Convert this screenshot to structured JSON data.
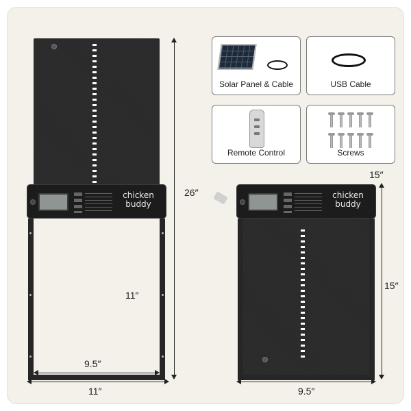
{
  "brand": {
    "line1": "chicken",
    "line2": "buddy"
  },
  "dimensions": {
    "left_height": "26″",
    "left_inner_height": "11″",
    "left_inner_width": "9.5″",
    "left_outer_width": "11″",
    "right_top_width": "15″",
    "right_height": "15″",
    "right_width": "9.5″"
  },
  "accessories": [
    {
      "label": "Solar Panel & Cable",
      "icon": "solar-panel-icon"
    },
    {
      "label": "USB Cable",
      "icon": "usb-cable-icon"
    },
    {
      "label": "Remote Control",
      "icon": "remote-control-icon"
    },
    {
      "label": "Screws",
      "icon": "screws-icon"
    }
  ],
  "colors": {
    "background": "#f4f1ea",
    "door": "#2a2a2a",
    "frame": "#262626"
  }
}
